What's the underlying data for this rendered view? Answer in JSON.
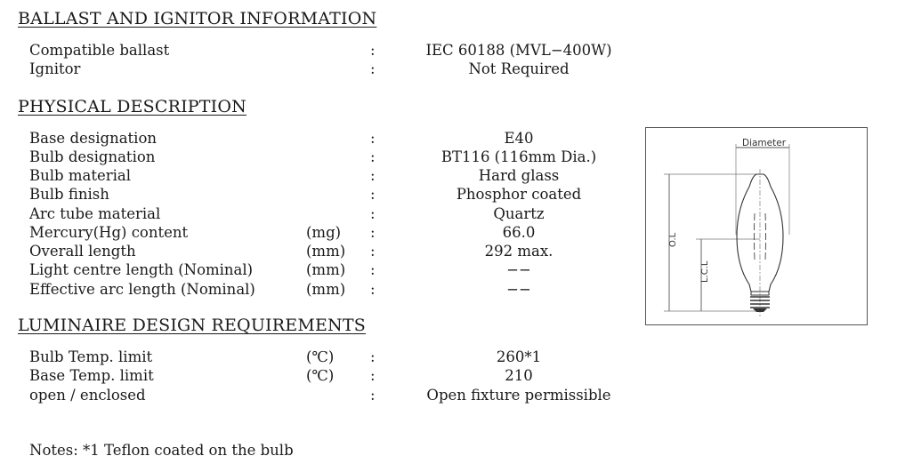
{
  "sections": {
    "ballast": {
      "title": "BALLAST AND IGNITOR INFORMATION",
      "rows": [
        {
          "label": "Compatible ballast",
          "unit": "",
          "value": "IEC 60188 (MVL−400W)"
        },
        {
          "label": "Ignitor",
          "unit": "",
          "value": "Not Required"
        }
      ]
    },
    "physical": {
      "title": "PHYSICAL DESCRIPTION",
      "rows": [
        {
          "label": "Base designation",
          "unit": "",
          "value": "E40"
        },
        {
          "label": "Bulb designation",
          "unit": "",
          "value": "BT116 (116mm Dia.)"
        },
        {
          "label": "Bulb material",
          "unit": "",
          "value": "Hard glass"
        },
        {
          "label": "Bulb finish",
          "unit": "",
          "value": "Phosphor coated"
        },
        {
          "label": "Arc tube material",
          "unit": "",
          "value": "Quartz"
        },
        {
          "label": "Mercury(Hg) content",
          "unit": "(mg)",
          "value": "66.0"
        },
        {
          "label": "Overall length",
          "unit": "(mm)",
          "value": "292 max."
        },
        {
          "label": "Light centre length (Nominal)",
          "unit": "(mm)",
          "value": "−−"
        },
        {
          "label": "Effective arc length (Nominal)",
          "unit": "(mm)",
          "value": "−−"
        }
      ]
    },
    "luminaire": {
      "title": "LUMINAIRE DESIGN REQUIREMENTS",
      "rows": [
        {
          "label": "Bulb Temp. limit",
          "unit": "(℃)",
          "value": "260*1"
        },
        {
          "label": "Base Temp. limit",
          "unit": "(℃)",
          "value": "210"
        },
        {
          "label": "open / enclosed",
          "unit": "",
          "value": "Open fixture permissible"
        }
      ]
    }
  },
  "separator": ":",
  "notes": "Notes: *1 Teflon coated on the bulb",
  "diagram": {
    "diameter_label": "Diameter",
    "ol_label": "O.L",
    "lcl_label": "L.C.L"
  }
}
